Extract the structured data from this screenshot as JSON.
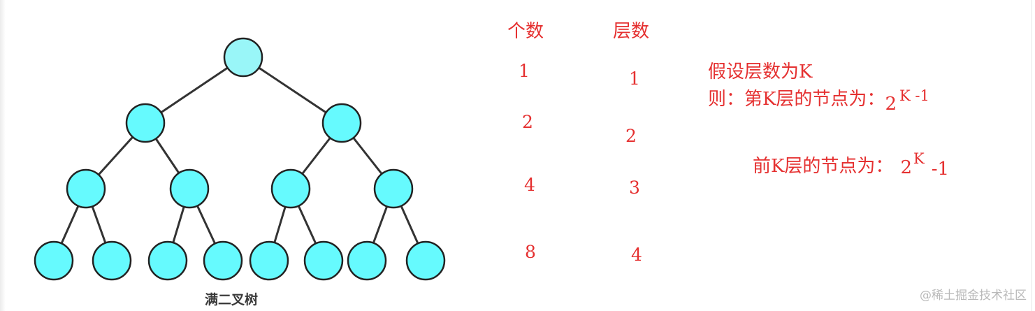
{
  "tree": {
    "caption": "满二叉树",
    "node_color": "#66FAFE",
    "root_color": "#99F6F8",
    "edge_color": "#333333",
    "outline_color": "#222222"
  },
  "table": {
    "count_header": "个数",
    "level_header": "层数",
    "counts": [
      "1",
      "2",
      "4",
      "8"
    ],
    "levels": [
      "1",
      "2",
      "3",
      "4"
    ]
  },
  "notes": {
    "assume": "假设层数为K",
    "kth_prefix": "则：第K层的节点为：",
    "kth_base": "2",
    "kth_exp": "K -1",
    "firstk_prefix": "前K层的节点为：",
    "firstk_base": "2",
    "firstk_exp": "K",
    "firstk_tail": "-1"
  },
  "text_color": "#E53030",
  "watermark": "@稀土掘金技术社区"
}
